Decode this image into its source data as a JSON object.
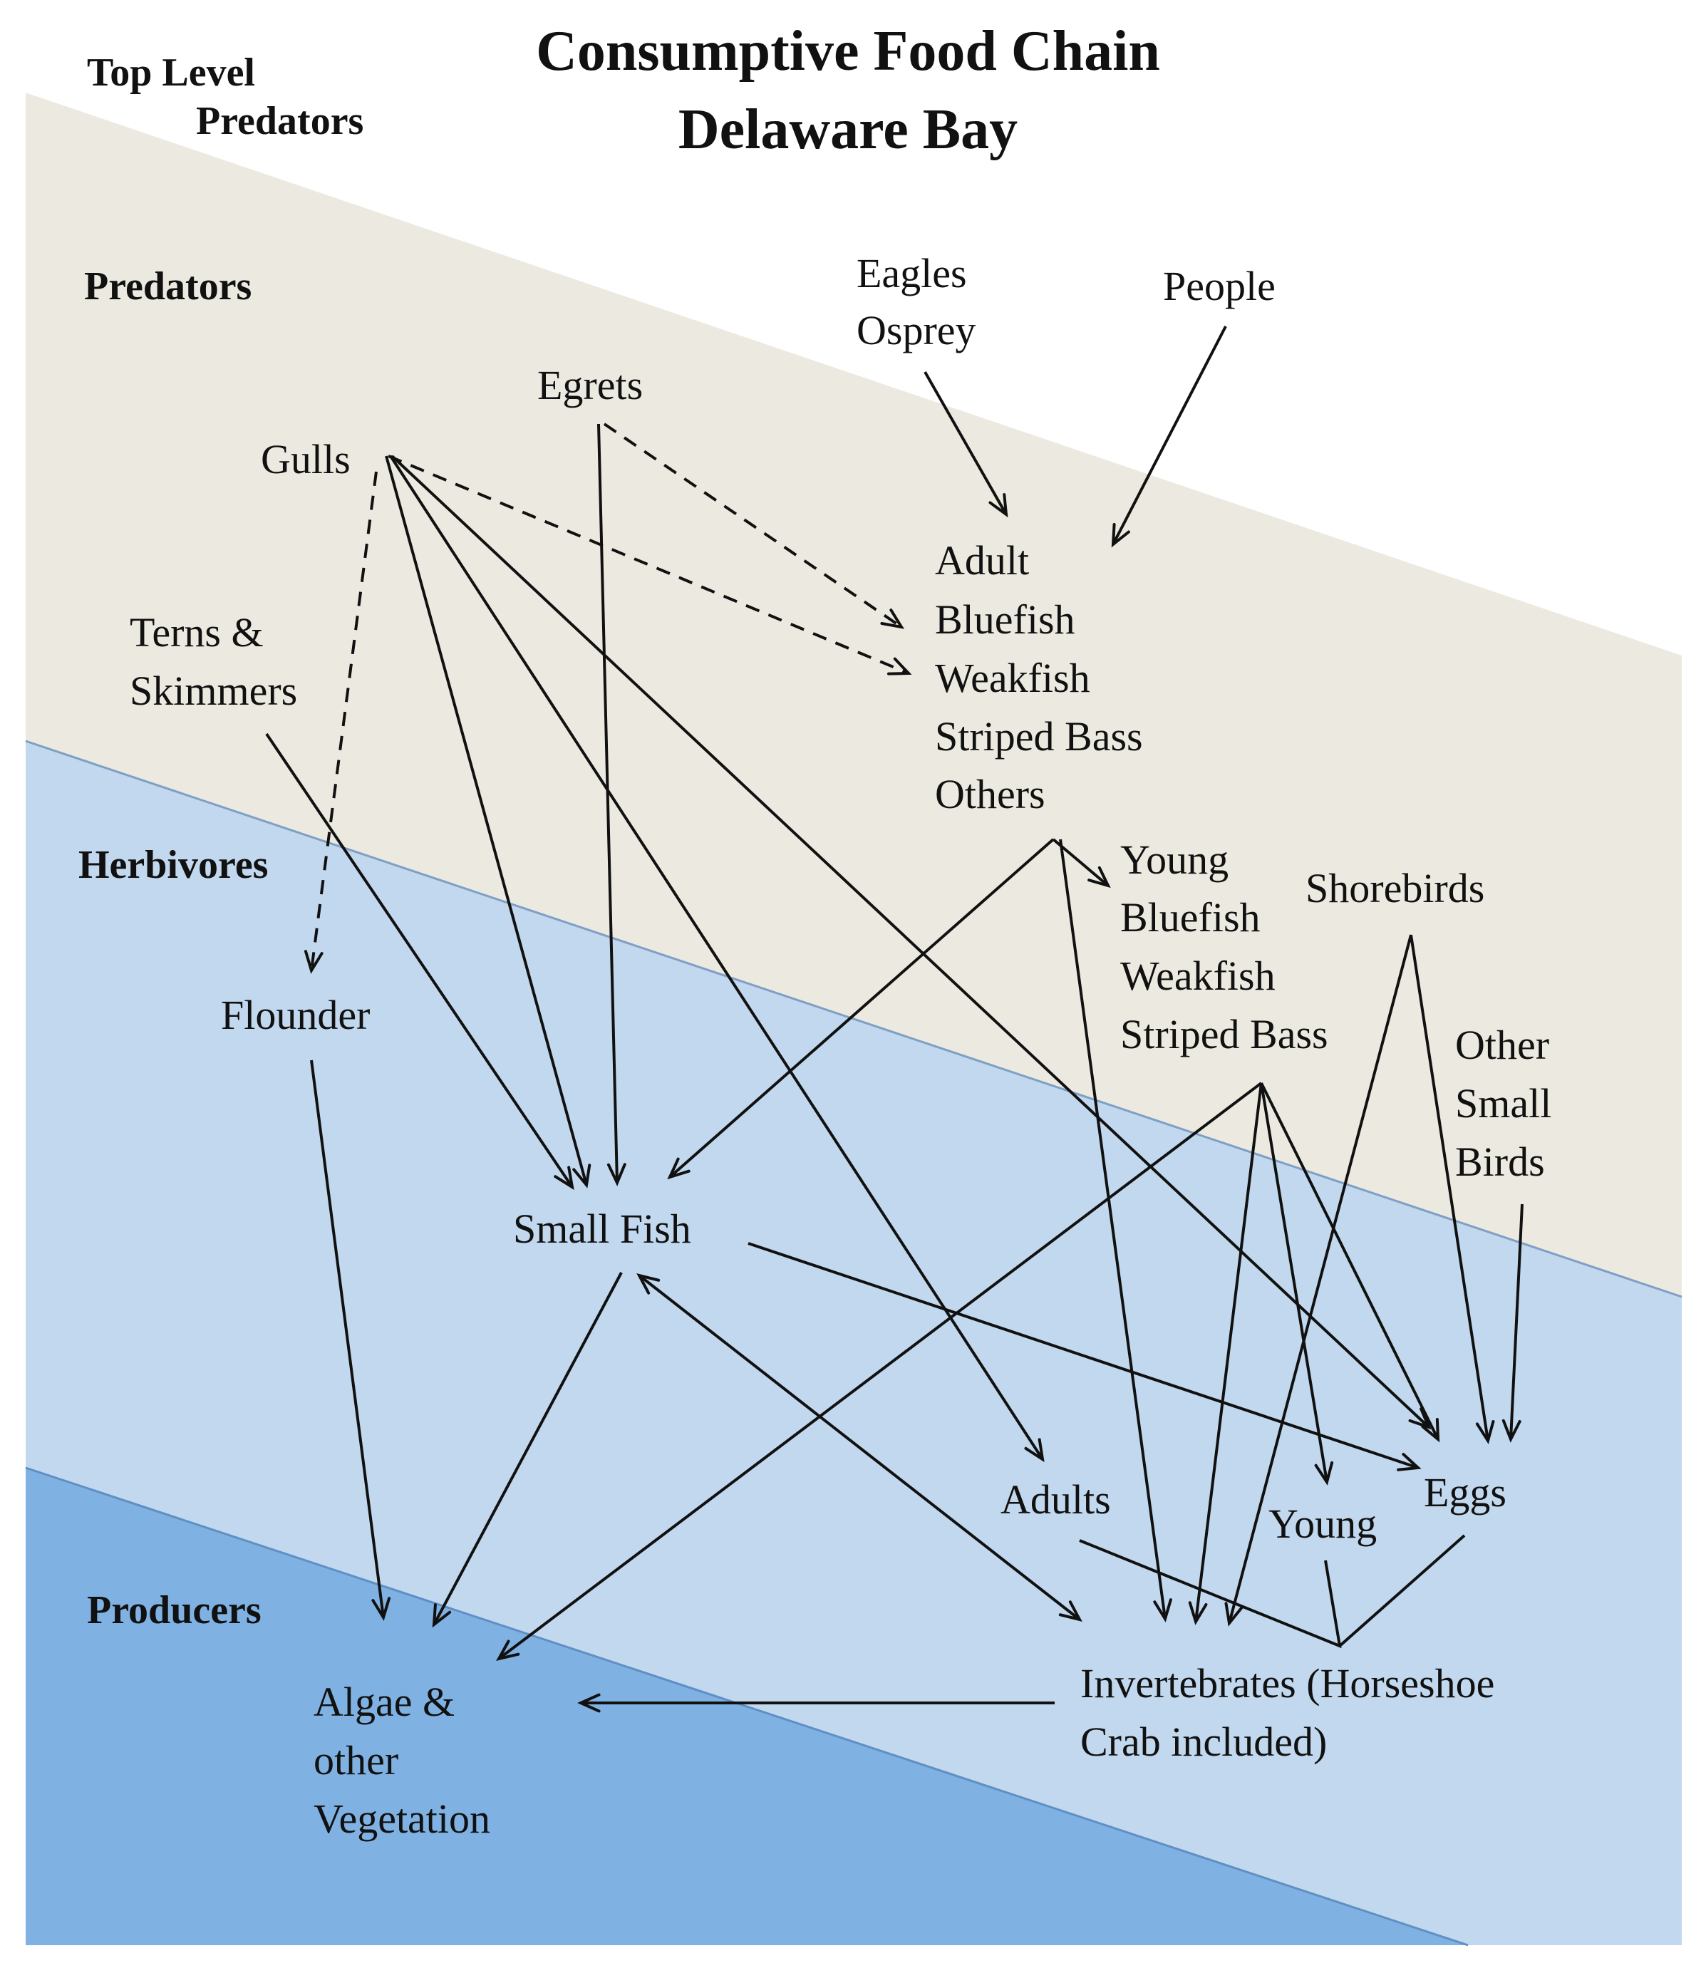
{
  "title": {
    "line1": "Consumptive Food Chain",
    "line2": "Delaware Bay"
  },
  "levels": {
    "top": {
      "line1": "Top Level",
      "line2": "Predators"
    },
    "predators": "Predators",
    "herbivores": "Herbivores",
    "producers": "Producers"
  },
  "colors": {
    "top_band": "#ffffff",
    "predator_band": "#eceae0",
    "herbivore_band": "#c2d8ee",
    "producer_band": "#7fb2e3",
    "band_edge": "#7f9fc4",
    "text": "#111111"
  },
  "nodes": {
    "eagles": [
      "Eagles",
      "Osprey"
    ],
    "people": [
      "People"
    ],
    "egrets": [
      "Egrets"
    ],
    "gulls": [
      "Gulls"
    ],
    "terns": [
      "Terns &",
      "Skimmers"
    ],
    "adult_fish": [
      "Adult",
      "Bluefish",
      "Weakfish",
      "Striped Bass",
      "Others"
    ],
    "young_fish": [
      "Young",
      "Bluefish",
      "Weakfish",
      "Striped Bass"
    ],
    "shorebirds": [
      "Shorebirds"
    ],
    "other_small_birds": [
      "Other",
      "Small",
      "Birds"
    ],
    "flounder": [
      "Flounder"
    ],
    "small_fish": [
      "Small Fish"
    ],
    "adults": [
      "Adults"
    ],
    "young": [
      "Young"
    ],
    "eggs": [
      "Eggs"
    ],
    "invertebrates": [
      "Invertebrates (Horseshoe",
      "Crab included)"
    ],
    "algae": [
      "Algae &",
      "other",
      "Vegetation"
    ]
  },
  "edges": [
    {
      "from": "Eagles/Osprey",
      "to": "Adult fish",
      "style": "solid"
    },
    {
      "from": "People",
      "to": "Adult fish",
      "style": "solid"
    },
    {
      "from": "Egrets",
      "to": "Adult fish",
      "style": "dashed"
    },
    {
      "from": "Gulls",
      "to": "Adult fish",
      "style": "dashed"
    },
    {
      "from": "Gulls",
      "to": "Flounder",
      "style": "dashed"
    },
    {
      "from": "Egrets",
      "to": "Small Fish",
      "style": "solid"
    },
    {
      "from": "Gulls",
      "to": "Small Fish",
      "style": "solid"
    },
    {
      "from": "Gulls",
      "to": "Adults",
      "style": "solid"
    },
    {
      "from": "Gulls",
      "to": "Eggs",
      "style": "solid"
    },
    {
      "from": "Terns & Skimmers",
      "to": "Small Fish",
      "style": "solid"
    },
    {
      "from": "Adult fish",
      "to": "Young fish",
      "style": "solid"
    },
    {
      "from": "Adult fish",
      "to": "Small Fish",
      "style": "solid"
    },
    {
      "from": "Adult fish",
      "to": "Invertebrates",
      "style": "solid"
    },
    {
      "from": "Young fish",
      "to": "Algae",
      "style": "solid"
    },
    {
      "from": "Young fish",
      "to": "Invertebrates",
      "style": "solid"
    },
    {
      "from": "Young fish",
      "to": "Young",
      "style": "solid"
    },
    {
      "from": "Young fish",
      "to": "Eggs",
      "style": "solid"
    },
    {
      "from": "Shorebirds",
      "to": "Invertebrates",
      "style": "solid"
    },
    {
      "from": "Shorebirds",
      "to": "Eggs",
      "style": "solid"
    },
    {
      "from": "Other Small Birds",
      "to": "Eggs",
      "style": "solid"
    },
    {
      "from": "Flounder",
      "to": "Algae",
      "style": "solid"
    },
    {
      "from": "Small Fish",
      "to": "Algae",
      "style": "solid"
    },
    {
      "from": "Small Fish",
      "to": "Eggs",
      "style": "solid"
    },
    {
      "from": "Small Fish",
      "to": "Invertebrates",
      "style": "bidirectional"
    },
    {
      "from": "Invertebrates",
      "to": "Algae",
      "style": "solid"
    },
    {
      "from": "Adults/Young/Eggs",
      "to": "Invertebrates",
      "style": "grouping"
    }
  ]
}
